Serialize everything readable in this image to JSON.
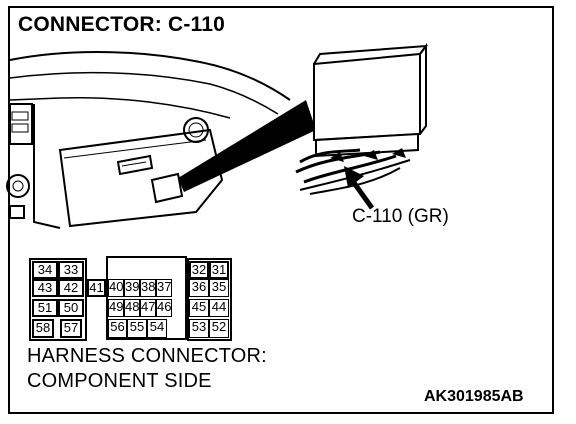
{
  "title": "CONNECTOR: C-110",
  "callout_label": "C-110 (GR)",
  "harness_label_line1": "HARNESS CONNECTOR:",
  "harness_label_line2": "COMPONENT SIDE",
  "figure_code": "AK301985AB",
  "pins": {
    "p34": "34",
    "p33": "33",
    "p32": "32",
    "p31": "31",
    "p43": "43",
    "p42": "42",
    "p41": "41",
    "p40": "40",
    "p39": "39",
    "p38": "38",
    "p37": "37",
    "p36": "36",
    "p35": "35",
    "p51": "51",
    "p50": "50",
    "p49": "49",
    "p48": "48",
    "p47": "47",
    "p46": "46",
    "p45": "45",
    "p44": "44",
    "p58": "58",
    "p57": "57",
    "p56": "56",
    "p55": "55",
    "p54": "54",
    "p53": "53",
    "p52": "52"
  }
}
